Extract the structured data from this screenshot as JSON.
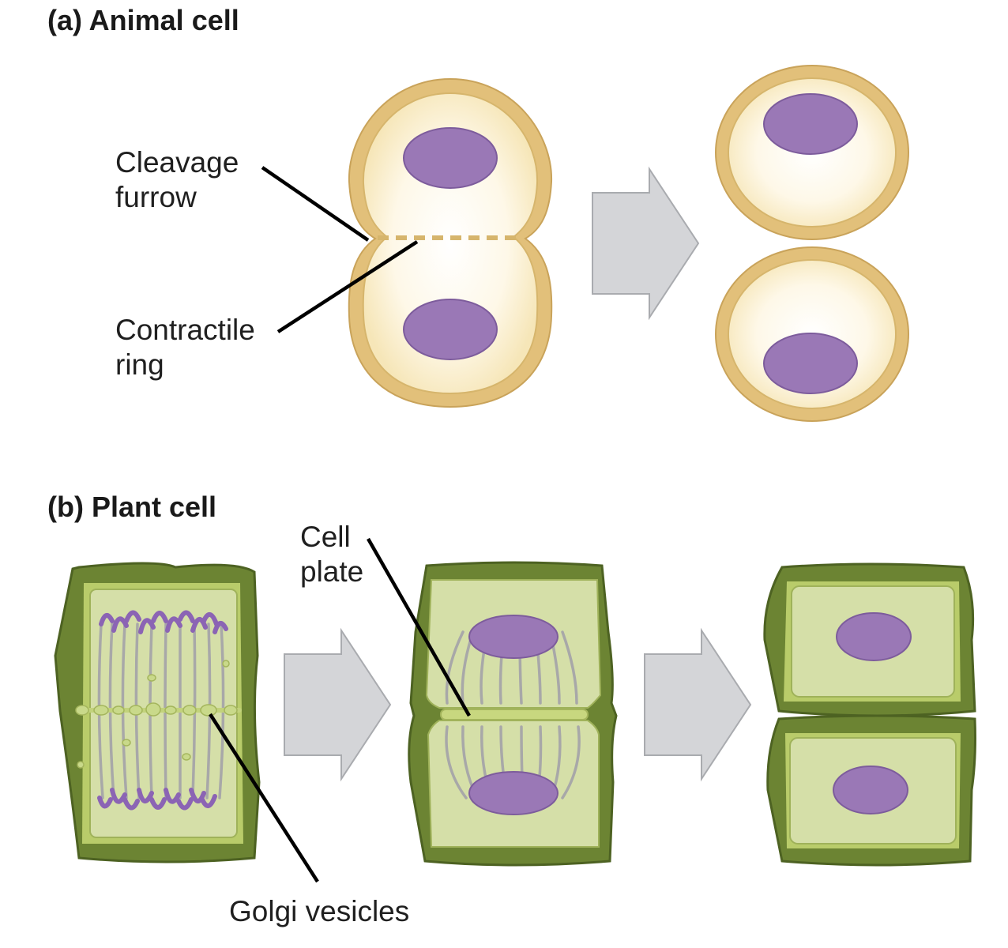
{
  "panel_a": {
    "title": "(a) Animal cell",
    "label_cleavage_line1": "Cleavage",
    "label_cleavage_line2": "furrow",
    "label_ring_line1": "Contractile",
    "label_ring_line2": "ring"
  },
  "panel_b": {
    "title": "(b) Plant cell",
    "label_plate_line1": "Cell",
    "label_plate_line2": "plate",
    "label_golgi": "Golgi vesicles"
  },
  "colors": {
    "animal_membrane": "#e2c07a",
    "animal_cytoplasm": "#fdf7e6",
    "nucleus": "#9a78b6",
    "plant_wall": "#6c8433",
    "plant_cytoplasm": "#d5dfa8",
    "arrow": "#d4d5d8"
  }
}
